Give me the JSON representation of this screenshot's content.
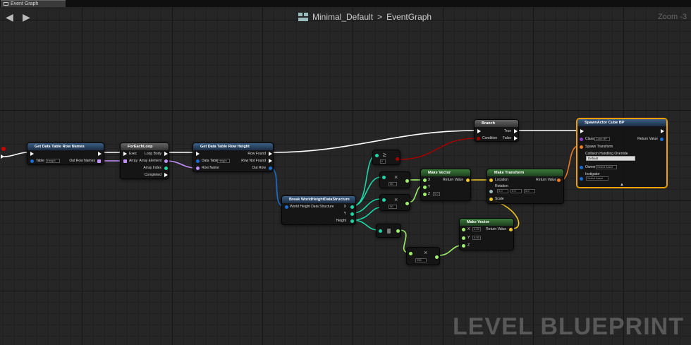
{
  "tab": {
    "label": "Event Graph"
  },
  "breadcrumb": {
    "asset": "Minimal_Default",
    "separator": ">",
    "graph": "EventGraph"
  },
  "zoom": "Zoom -3",
  "watermark": "LEVEL BLUEPRINT",
  "colors": {
    "exec": "#ffffff",
    "struct": "#1a6fd0",
    "float": "#9ef06a",
    "int": "#1ed6a8",
    "vector": "#f3c823",
    "transform": "#f07a20",
    "name": "#c490ff",
    "bool": "#a00000",
    "selected": "#f0a000"
  },
  "nodes": {
    "get_row_names": {
      "title": "Get Data Table Row Names",
      "table": "Table",
      "table_value": "Height",
      "out": "Out Row Names"
    },
    "foreach": {
      "title": "ForEachLoop",
      "exec": "Exec",
      "array": "Array",
      "loop_body": "Loop Body",
      "element": "Array Element",
      "index": "Array Index",
      "completed": "Completed"
    },
    "get_row": {
      "title": "Get Data Table Row Height",
      "data_table": "Data Table",
      "table_value": "Height",
      "row_name": "Row Name",
      "row_found": "Row Found",
      "not_found": "Row Not Found",
      "out_row": "Out Row"
    },
    "break_struct": {
      "title": "Break WorldHeightDataStructure",
      "input": "World Height Data Structure",
      "x": "X",
      "y": "Y",
      "height": "Height"
    },
    "branch": {
      "title": "Branch",
      "condition": "Condition",
      "true_label": "True",
      "false_label": "False"
    },
    "make_vector_1": {
      "title": "Make Vector",
      "x": "X",
      "y": "Y",
      "z": "Z",
      "z_value": "0.0",
      "ret": "Return Value"
    },
    "make_transform": {
      "title": "Make Transform",
      "location": "Location",
      "rotation": "Rotation",
      "rot_x": "0.0",
      "rot_y": "0.0",
      "rot_z": "0.0",
      "scale": "Scale",
      "ret": "Return Value"
    },
    "make_vector_2": {
      "title": "Make Vector",
      "x": "X",
      "x_value": "0.05",
      "y": "Y",
      "y_value": "0.05",
      "z": "Z",
      "ret": "Return Value"
    },
    "spawn": {
      "title": "SpawnActor Cube BP",
      "class_label": "Class",
      "class_value": "Cube BP",
      "ret": "Return Value",
      "spawn_transform": "Spawn Transform",
      "collision": "Collision Handling Override",
      "collision_value": "Default",
      "owner": "Owner",
      "owner_value": "Select Asset",
      "instigator": "Instigator",
      "instigator_value": "Select Asset"
    },
    "compare": {
      "value": "0"
    },
    "mult_1": {
      "value": "50"
    },
    "mult_2": {
      "value": "50"
    },
    "mult_3": {
      "value": "256"
    }
  }
}
